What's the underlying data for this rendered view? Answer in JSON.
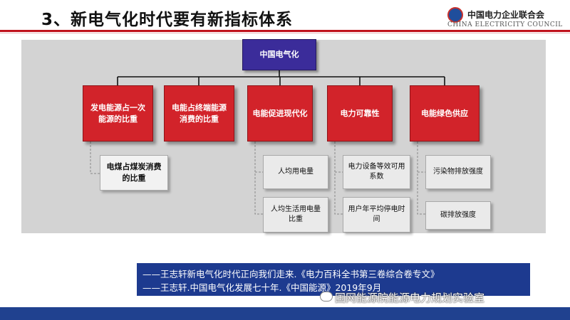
{
  "header": {
    "title": "3、新电气化时代要有新指标体系",
    "logo_cn": "中国电力企业联合会",
    "logo_en": "CHINA ELECTRICITY COUNCIL"
  },
  "diagram": {
    "root": "中国电气化",
    "categories": [
      {
        "label": "发电能源占一次能源的比重",
        "children": [
          "电煤占煤炭消费的比重"
        ]
      },
      {
        "label": "电能占终端能源消费的比重",
        "children": []
      },
      {
        "label": "电能促进现代化",
        "children": [
          "人均用电量",
          "人均生活用电量比重"
        ]
      },
      {
        "label": "电力可靠性",
        "children": [
          "电力设备等效可用系数",
          "用户年平均停电时间"
        ]
      },
      {
        "label": "电能绿色供应",
        "children": [
          "污染物排放强度",
          "碳排放强度"
        ]
      }
    ]
  },
  "references": [
    "——王志轩新电气化时代正向我们走来.《电力百科全书第三卷综合卷专文》",
    "——王志轩.中国电气化发展七十年.《中国能源》2019年9月"
  ],
  "watermark": "国网能源院能源电力规划实验室",
  "colors": {
    "root": "#3b2c9a",
    "category": "#d2232a",
    "leaf": "#eaeaea",
    "accent": "#c0121c",
    "ref_bg": "#1d3a8f"
  }
}
